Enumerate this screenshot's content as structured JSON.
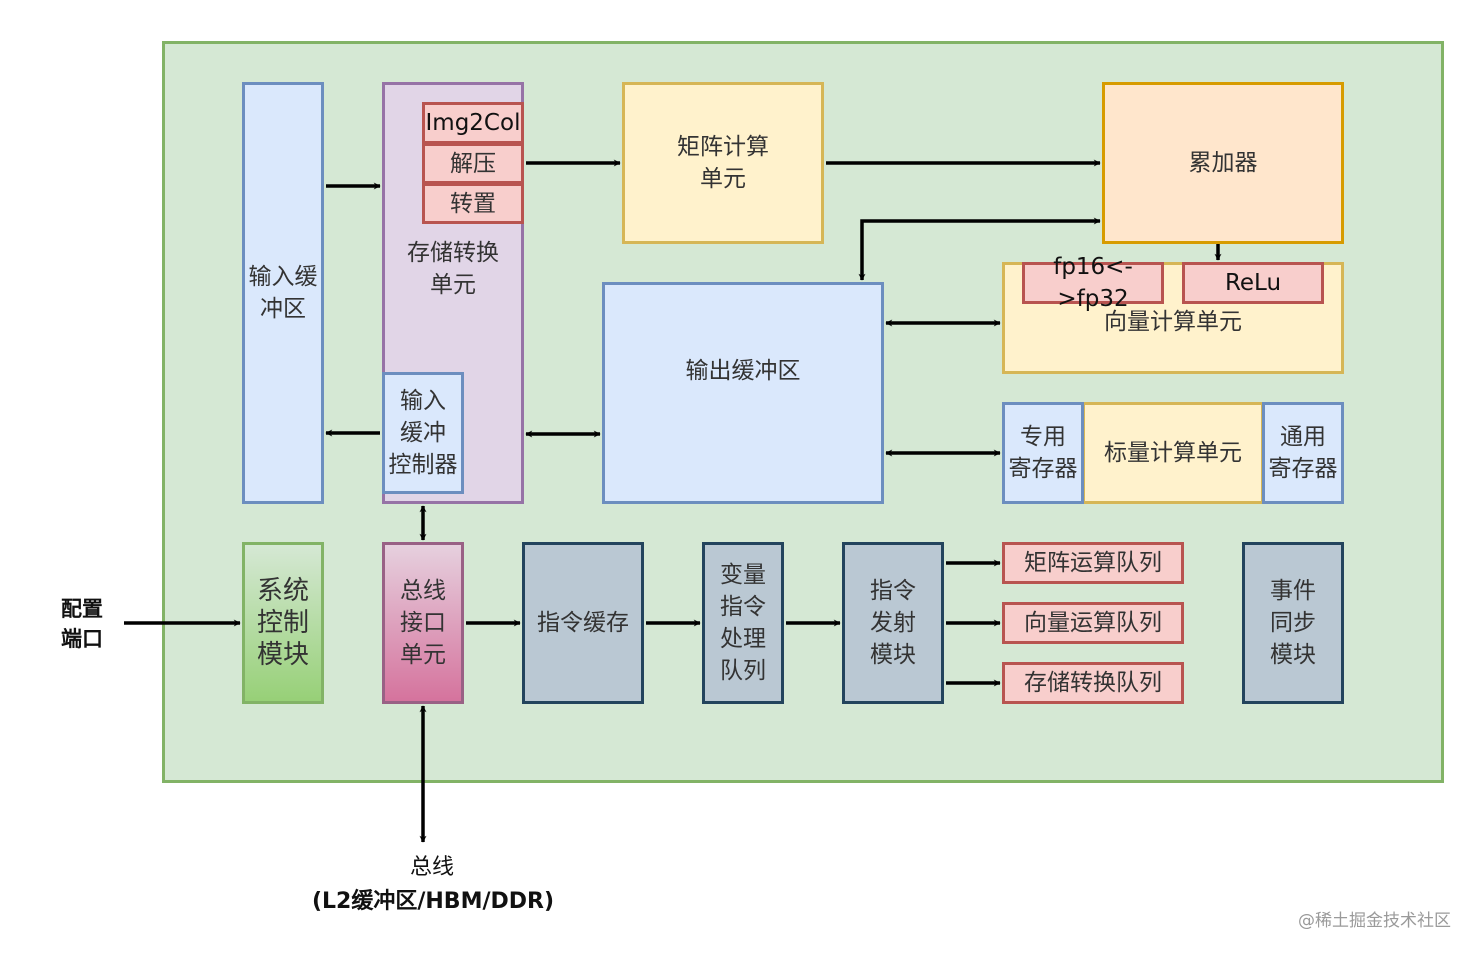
{
  "blocks": {
    "input_buffer": "输入缓\n冲区",
    "storage_conversion": "存储转换\n单元",
    "img2col": "Img2Col",
    "decompress": "解压",
    "transpose": "转置",
    "input_buffer_controller": "输入\n缓冲\n控制器",
    "matrix_compute": "矩阵计算\n单元",
    "accumulator": "累加器",
    "vector_compute": "向量计算单元",
    "fp_convert": "fp16<->fp32",
    "relu": "ReLu",
    "output_buffer": "输出缓冲区",
    "dedicated_registers": "专用\n寄存器",
    "scalar_compute": "标量计算单元",
    "general_registers": "通用\n寄存器",
    "system_control": "系统\n控制\n模块",
    "bus_interface": "总线\n接口\n单元",
    "instruction_cache": "指令缓存",
    "scalar_instruction_queue": "变量\n指令\n处理\n队列",
    "instruction_dispatch": "指令\n发射\n模块",
    "matrix_queue": "矩阵运算队列",
    "vector_queue": "向量运算队列",
    "storage_queue": "存储转换队列",
    "event_sync": "事件\n同步\n模块"
  },
  "labels": {
    "config_port": "配置\n端口",
    "bus": "总线",
    "bus_targets": "(L2缓冲区/HBM/DDR)"
  },
  "watermark": "@稀土掘金技术社区",
  "colors": {
    "core_fill": "#d5e8d4",
    "core_border": "#82b366",
    "arrow": "#000000"
  }
}
